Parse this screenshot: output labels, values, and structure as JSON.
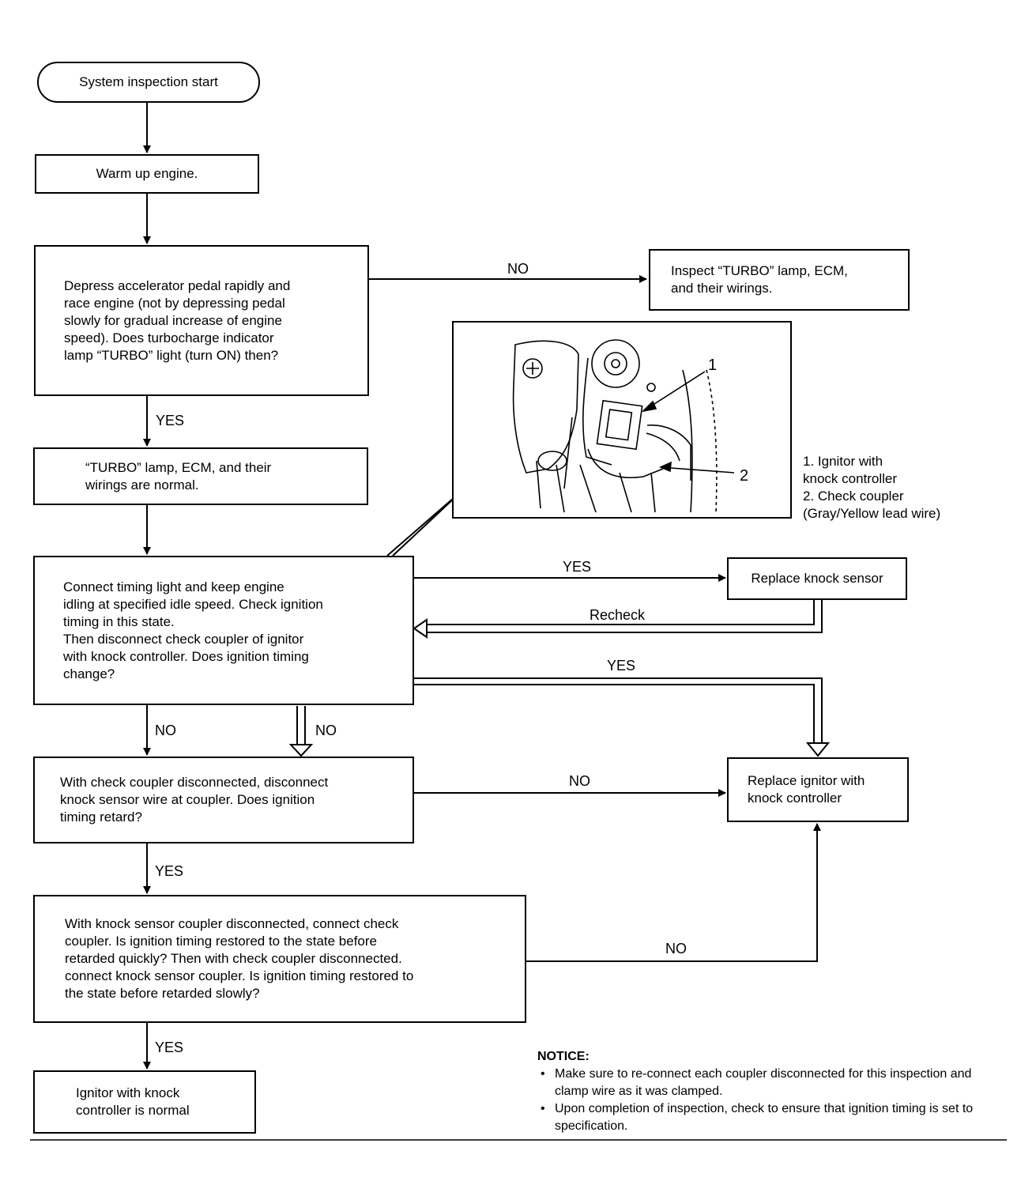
{
  "nodes": {
    "start": "System inspection start",
    "warm_up": "Warm up engine.",
    "depress_pedal": "Depress accelerator pedal rapidly and\nrace engine (not by depressing pedal\nslowly for gradual increase of engine\nspeed). Does turbocharge indicator\nlamp “TURBO” light (turn ON) then?",
    "inspect_turbo": "Inspect “TURBO” lamp, ECM,\nand their wirings.",
    "turbo_normal": "“TURBO” lamp, ECM, and their\nwirings are normal.",
    "connect_timing": "Connect timing light and keep engine\nidling at specified idle speed. Check ignition\ntiming in this state.\nThen disconnect check coupler of ignitor\nwith knock controller. Does ignition timing\nchange?",
    "replace_knock_sensor": "Replace knock sensor",
    "check_coupler_disconnected": "With check coupler disconnected, disconnect\nknock sensor wire at coupler. Does ignition\ntiming retard?",
    "replace_ignitor": "Replace ignitor with\nknock controller",
    "knock_sensor_coupler": "With knock sensor coupler disconnected, connect check\ncoupler. Is ignition timing restored to the state before\nretarded quickly? Then with check coupler disconnected.\nconnect knock sensor coupler. Is ignition timing restored to\nthe state before retarded slowly?",
    "ignitor_normal": "Ignitor with knock\ncontroller is normal"
  },
  "edge_labels": {
    "no_inspect": "NO",
    "yes_turbo": "YES",
    "yes_replace_sensor": "YES",
    "recheck": "Recheck",
    "yes_replace_ignitor": "YES",
    "no_left": "NO",
    "no_right": "NO",
    "no_retard": "NO",
    "yes_retard": "YES",
    "no_restore": "NO",
    "yes_restore": "YES"
  },
  "illustration": {
    "callout_1": "1",
    "callout_2": "2",
    "legend": [
      "1.  Ignitor with\n     knock controller",
      "2.  Check coupler\n     (Gray/Yellow lead wire)"
    ]
  },
  "notice": {
    "heading": "NOTICE:",
    "items": [
      "Make sure to re-connect each coupler disconnected for this inspection and clamp wire as it was clamped.",
      "Upon completion of inspection, check to ensure that ignition timing is set to specification."
    ]
  }
}
